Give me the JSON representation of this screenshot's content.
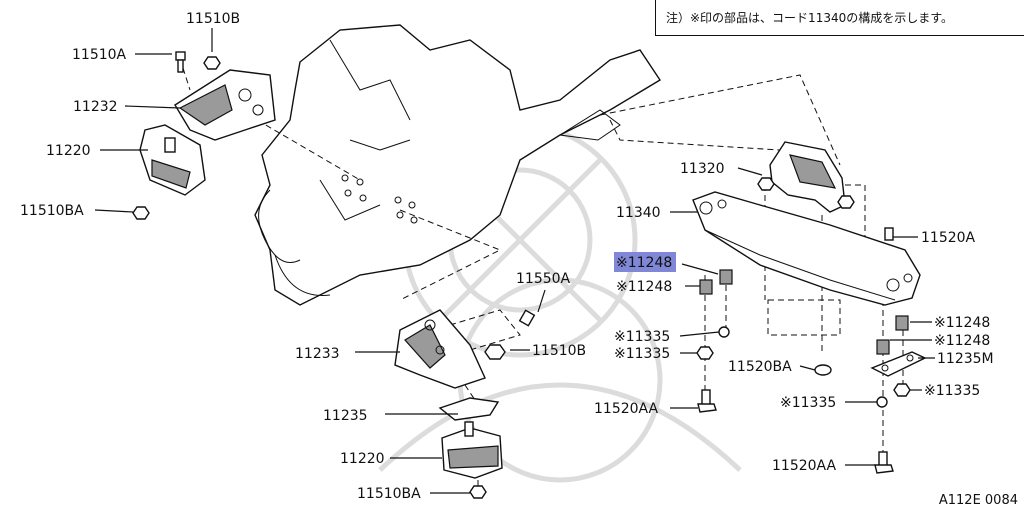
{
  "note": "注）※印の部品は、コード11340の構成を示します。",
  "diagram_code": "A112E 0084",
  "labels": {
    "p11510B_top": "11510B",
    "p11510A": "11510A",
    "p11232": "11232",
    "p11220_top": "11220",
    "p11510BA_top": "11510BA",
    "p11550A": "11550A",
    "p11233": "11233",
    "p11510B_mid": "11510B",
    "p11235": "11235",
    "p11220_bot": "11220",
    "p11510BA_bot": "11510BA",
    "p11320": "11320",
    "p11340": "11340",
    "p11248_hl": "※11248",
    "p11248_a": "※11248",
    "p11335_a": "※11335",
    "p11335_b": "※11335",
    "p11520AA_left": "11520AA",
    "p11520BA": "11520BA",
    "p11520A": "11520A",
    "p11248_r1": "※11248",
    "p11248_r2": "※11248",
    "p11235M": "11235M",
    "p11335_r1": "※11335",
    "p11335_r2": "※11335",
    "p11520AA_right": "11520AA"
  },
  "colors": {
    "highlight": "#7f87d6",
    "ink": "#111111"
  }
}
